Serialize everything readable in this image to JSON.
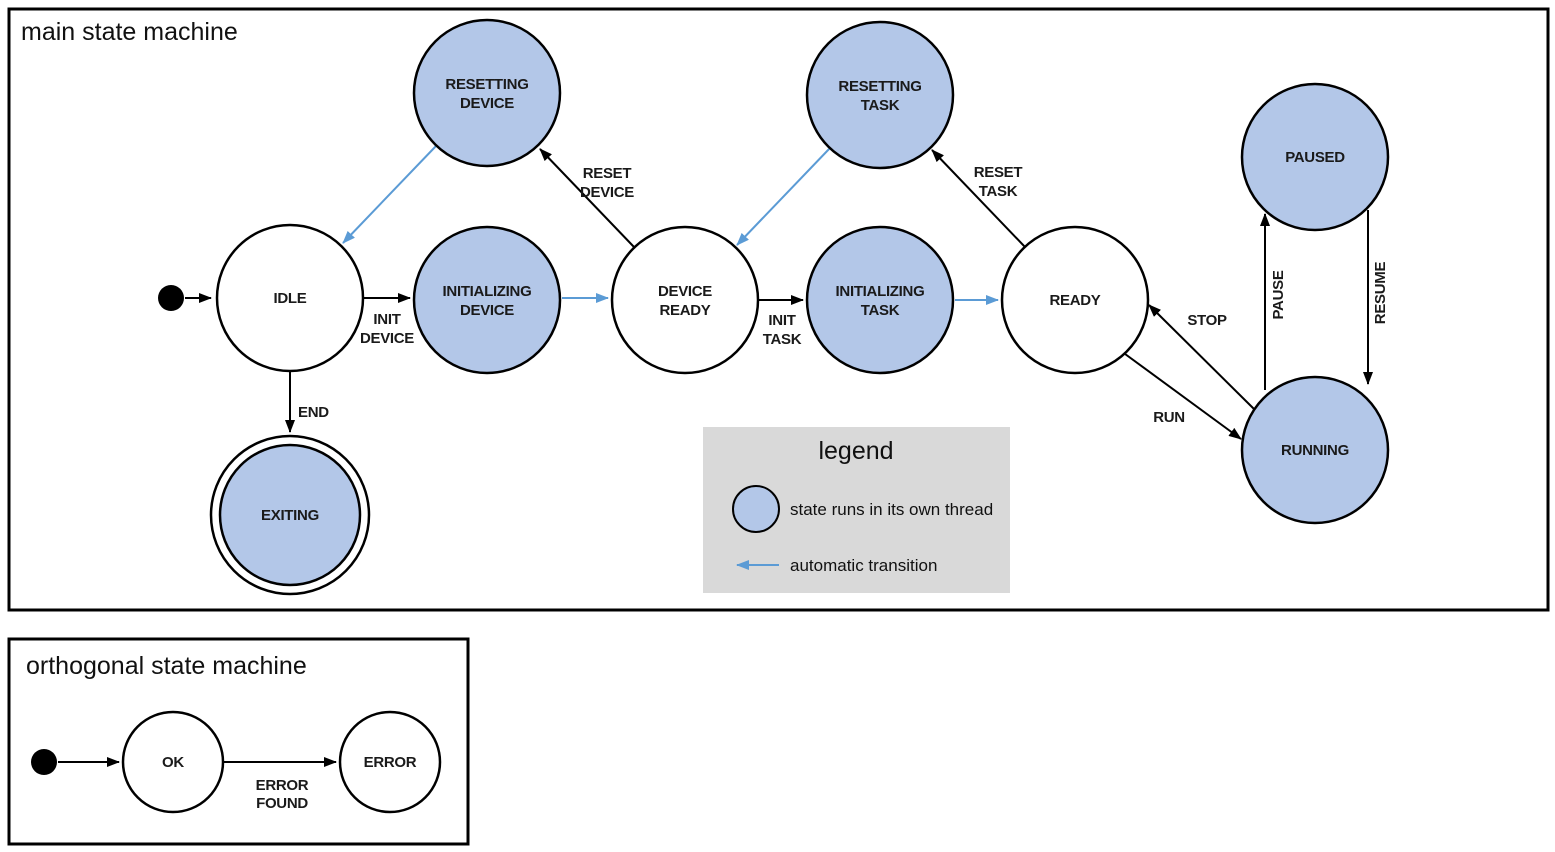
{
  "main": {
    "title": "main state machine",
    "states": {
      "resetting_device": {
        "line1": "RESETTING",
        "line2": "DEVICE"
      },
      "idle": {
        "line1": "IDLE"
      },
      "initializing_device": {
        "line1": "INITIALIZING",
        "line2": "DEVICE"
      },
      "device_ready": {
        "line1": "DEVICE",
        "line2": "READY"
      },
      "resetting_task": {
        "line1": "RESETTING",
        "line2": "TASK"
      },
      "initializing_task": {
        "line1": "INITIALIZING",
        "line2": "TASK"
      },
      "ready": {
        "line1": "READY"
      },
      "paused": {
        "line1": "PAUSED"
      },
      "running": {
        "line1": "RUNNING"
      },
      "exiting": {
        "line1": "EXITING"
      }
    },
    "transitions": {
      "init_device": {
        "line1": "INIT",
        "line2": "DEVICE"
      },
      "reset_device": {
        "line1": "RESET",
        "line2": "DEVICE"
      },
      "init_task": {
        "line1": "INIT",
        "line2": "TASK"
      },
      "reset_task": {
        "line1": "RESET",
        "line2": "TASK"
      },
      "end": "END",
      "stop": "STOP",
      "run": "RUN",
      "pause": "PAUSE",
      "resume": "RESUME"
    }
  },
  "legend": {
    "title": "legend",
    "items": {
      "thread": "state runs in its own thread",
      "auto": "automatic transition"
    }
  },
  "orthogonal": {
    "title": "orthogonal state machine",
    "states": {
      "ok": "OK",
      "error": "ERROR"
    },
    "transitions": {
      "error_found": {
        "line1": "ERROR",
        "line2": "FOUND"
      }
    }
  },
  "colors": {
    "thread_state_fill": "#b3c7e8",
    "plain_state_fill": "#ffffff",
    "automatic_transition_blue": "#5b9bd5",
    "legend_background": "#d9d9d9",
    "line_black": "#000000"
  }
}
